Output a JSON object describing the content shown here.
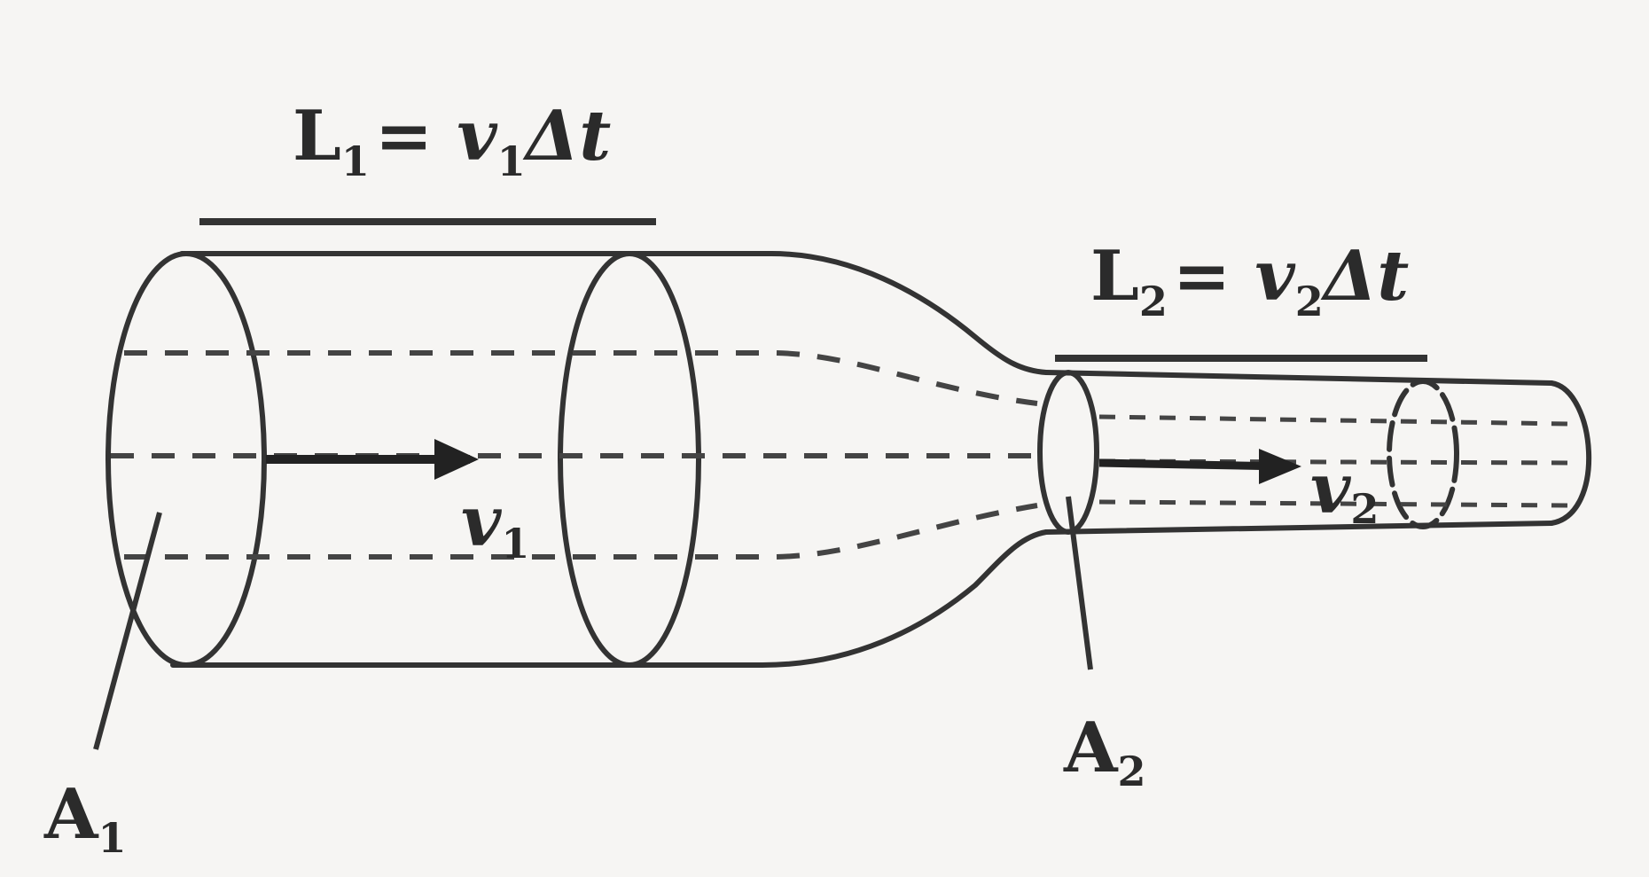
{
  "labels": {
    "L1": {
      "main": "L",
      "sub": "1",
      "rest": "= ",
      "v": "v",
      "vsub": "1",
      "dt": "Δt"
    },
    "L2": {
      "main": "L",
      "sub": "2",
      "rest": "= ",
      "v": "v",
      "vsub": "2",
      "dt": "Δt"
    },
    "A1": {
      "main": "A",
      "sub": "1"
    },
    "A2": {
      "main": "A",
      "sub": "2"
    },
    "v1": {
      "main": "v",
      "sub": "1"
    },
    "v2": {
      "main": "v",
      "sub": "2"
    }
  }
}
